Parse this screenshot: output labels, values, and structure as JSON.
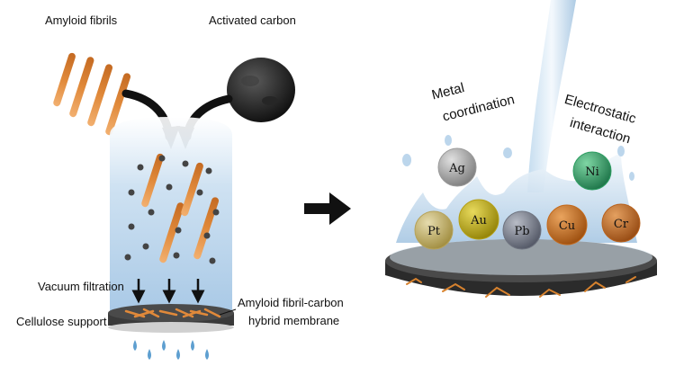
{
  "labels": {
    "amyloid_fibrils": "Amyloid fibrils",
    "activated_carbon": "Activated carbon",
    "vacuum_filtration": "Vacuum filtration",
    "cellulose_support": "Cellulose support",
    "hybrid_membrane_line1": "Amyloid fibril-carbon",
    "hybrid_membrane_line2": "hybrid membrane",
    "metal_coordination_line1": "Metal",
    "metal_coordination_line2": "coordination",
    "electrostatic_line1": "Electrostatic",
    "electrostatic_line2": "interaction"
  },
  "metals": [
    {
      "symbol": "Ag",
      "color": "#9a9a9a"
    },
    {
      "symbol": "Pt",
      "color": "#b7a35a"
    },
    {
      "symbol": "Au",
      "color": "#b5a016"
    },
    {
      "symbol": "Pb",
      "color": "#6f7480"
    },
    {
      "symbol": "Cu",
      "color": "#c46a1c"
    },
    {
      "symbol": "Cr",
      "color": "#b8621e"
    },
    {
      "symbol": "Ni",
      "color": "#2e9e62"
    }
  ],
  "colors": {
    "fibril": "#e0893a",
    "carbon": "#1e1e1e",
    "water": "#b9d4ea",
    "membrane": "#3c3c3c",
    "arrow": "#111111"
  }
}
